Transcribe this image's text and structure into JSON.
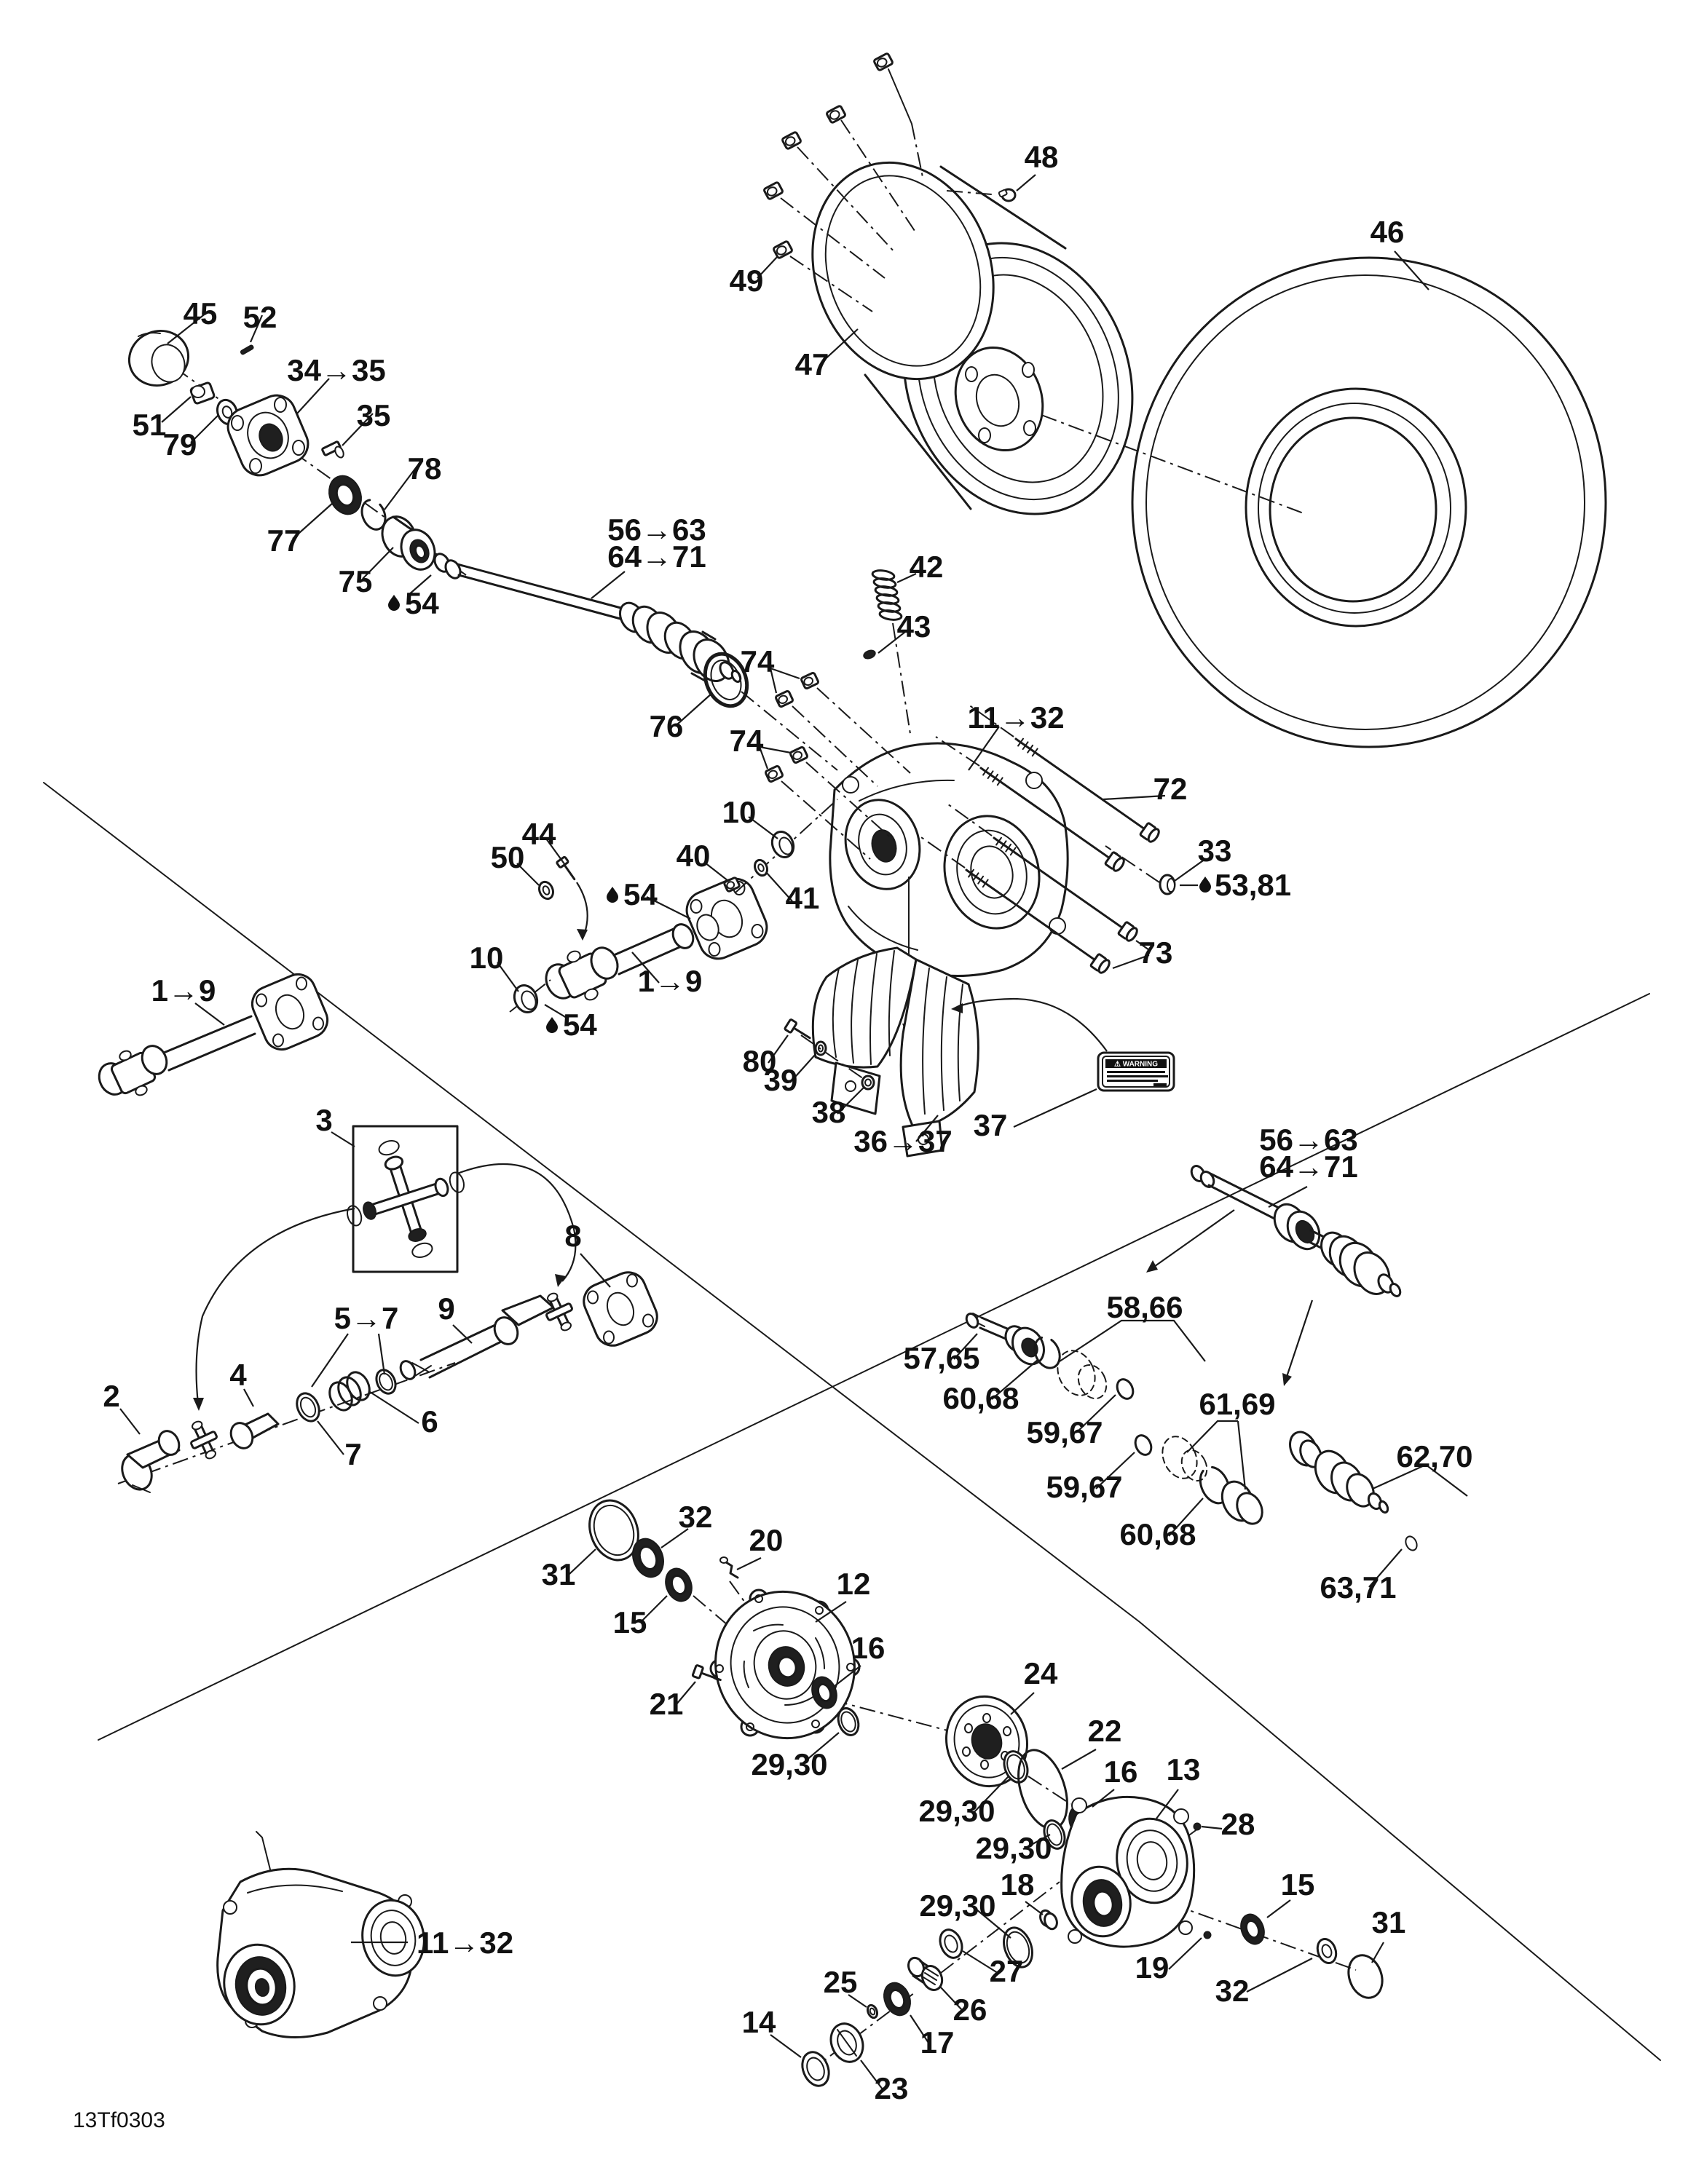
{
  "document": {
    "code": "13Tf0303"
  },
  "warning_decal": {
    "title": "⚠ WARNING"
  },
  "icons": {
    "grease_droplet": "teardrop"
  },
  "callouts": [
    {
      "text": "48"
    },
    {
      "text": "46"
    },
    {
      "text": "49"
    },
    {
      "text": "47"
    },
    {
      "text": "45"
    },
    {
      "text": "52"
    },
    {
      "text": "34→35"
    },
    {
      "text": "35"
    },
    {
      "text": "51"
    },
    {
      "text": "79"
    },
    {
      "text": "77"
    },
    {
      "text": "78"
    },
    {
      "text": "75"
    },
    {
      "text": "54"
    },
    {
      "text": "56→63"
    },
    {
      "text": "64→71"
    },
    {
      "text": "76"
    },
    {
      "text": "74"
    },
    {
      "text": "74"
    },
    {
      "text": "42"
    },
    {
      "text": "43"
    },
    {
      "text": "11→32"
    },
    {
      "text": "72"
    },
    {
      "text": "33"
    },
    {
      "text": "53,81"
    },
    {
      "text": "73"
    },
    {
      "text": "10"
    },
    {
      "text": "40"
    },
    {
      "text": "41"
    },
    {
      "text": "54"
    },
    {
      "text": "44"
    },
    {
      "text": "50"
    },
    {
      "text": "1→9"
    },
    {
      "text": "10"
    },
    {
      "text": "54"
    },
    {
      "text": "80"
    },
    {
      "text": "39"
    },
    {
      "text": "38"
    },
    {
      "text": "36→37"
    },
    {
      "text": "37"
    },
    {
      "text": "1→9"
    },
    {
      "text": "3"
    },
    {
      "text": "8"
    },
    {
      "text": "9"
    },
    {
      "text": "5→7"
    },
    {
      "text": "2"
    },
    {
      "text": "4"
    },
    {
      "text": "6"
    },
    {
      "text": "7"
    },
    {
      "text": "56→63"
    },
    {
      "text": "64→71"
    },
    {
      "text": "57,65"
    },
    {
      "text": "58,66"
    },
    {
      "text": "60,68"
    },
    {
      "text": "59,67"
    },
    {
      "text": "61,69"
    },
    {
      "text": "59,67"
    },
    {
      "text": "60,68"
    },
    {
      "text": "62,70"
    },
    {
      "text": "63,71"
    },
    {
      "text": "31"
    },
    {
      "text": "32"
    },
    {
      "text": "15"
    },
    {
      "text": "20"
    },
    {
      "text": "12"
    },
    {
      "text": "21"
    },
    {
      "text": "16"
    },
    {
      "text": "29,30"
    },
    {
      "text": "24"
    },
    {
      "text": "22"
    },
    {
      "text": "16"
    },
    {
      "text": "13"
    },
    {
      "text": "28"
    },
    {
      "text": "29,30"
    },
    {
      "text": "29,30"
    },
    {
      "text": "18"
    },
    {
      "text": "29,30"
    },
    {
      "text": "15"
    },
    {
      "text": "31"
    },
    {
      "text": "19"
    },
    {
      "text": "32"
    },
    {
      "text": "27"
    },
    {
      "text": "26"
    },
    {
      "text": "25"
    },
    {
      "text": "17"
    },
    {
      "text": "23"
    },
    {
      "text": "14"
    },
    {
      "text": "11→32"
    }
  ]
}
